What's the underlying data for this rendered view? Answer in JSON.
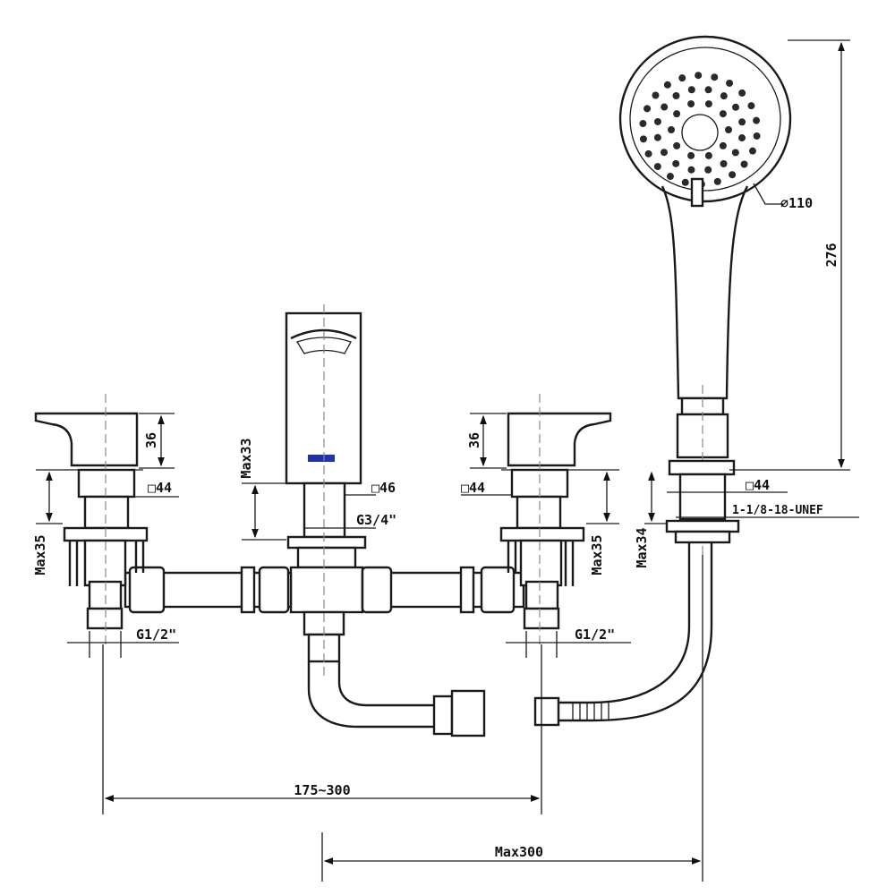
{
  "dimensions": {
    "shower_head_diameter": "∅110",
    "handshower_height": "276",
    "left_handle_height": "36",
    "left_handle_square": "□44",
    "left_max_depth": "Max35",
    "spout_max_height": "Max33",
    "spout_square": "□46",
    "spout_thread": "G3/4\"",
    "right_handle_height": "36",
    "right_handle_square": "□44",
    "right_max_depth": "Max35",
    "holder_square": "□44",
    "holder_thread": "1-1/8-18-UNEF",
    "holder_max_depth": "Max34",
    "left_inlet_thread": "G1/2\"",
    "right_inlet_thread": "G1/2\"",
    "handle_spacing": "175~300",
    "shower_max_distance": "Max300"
  }
}
